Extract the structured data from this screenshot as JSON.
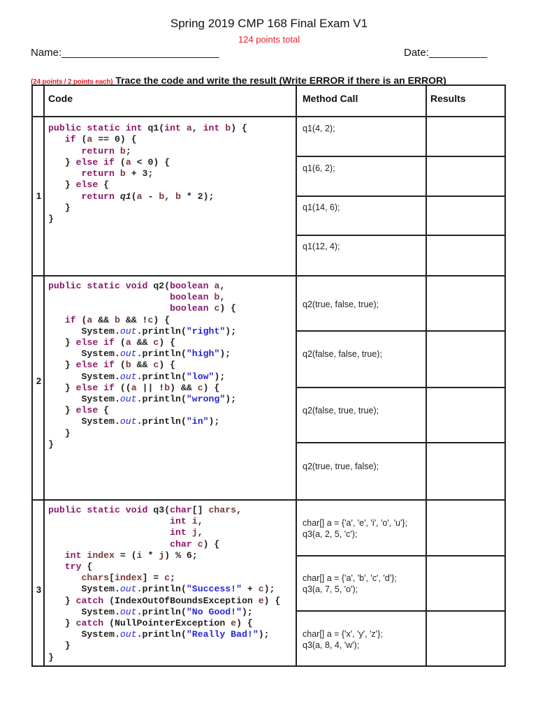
{
  "header": {
    "title": "Spring 2019 CMP 168 Final Exam V1",
    "points_total": "124 points total",
    "name_label": "Name:___________________________",
    "date_label": "Date:__________"
  },
  "instruction": {
    "points": "(24 points / 2 points each)",
    "text": " Trace the code and write the result (Write ERROR if there is an ERROR)"
  },
  "table": {
    "columns": [
      "Code",
      "Method Call",
      "Results"
    ],
    "questions": [
      {
        "number": "1",
        "method_calls": [
          "q1(4, 2);",
          "q1(6, 2);",
          "q1(14, 6);",
          "q1(12, 4);"
        ],
        "results": [
          "",
          "",
          "",
          ""
        ]
      },
      {
        "number": "2",
        "method_calls": [
          "q2(true, false, true);",
          "q2(false, false, true);",
          "q2(false, true, true);",
          "q2(true, true, false);"
        ],
        "results": [
          "",
          "",
          "",
          ""
        ]
      },
      {
        "number": "3",
        "method_calls": [
          "char[] a = {'a', 'e', 'i', 'o', 'u'};\nq3(a, 2, 5, 'c');",
          "char[] a = {'a', 'b', 'c', 'd'};\nq3(a, 7, 5, 'o');",
          "char[] a = {'x', 'y', 'z'};\nq3(a, 8, 4, 'w');"
        ],
        "results": [
          "",
          "",
          ""
        ]
      }
    ]
  },
  "code": {
    "q1": [
      "public static int q1(int a, int b) {",
      "   if (a == 0) {",
      "      return b;",
      "   } else if (a < 0) {",
      "      return b + 3;",
      "   } else {",
      "      return q1(a - b, b * 2);",
      "   }",
      "}"
    ],
    "q2": [
      "public static void q2(boolean a,",
      "                      boolean b,",
      "                      boolean c) {",
      "   if (a && b && !c) {",
      "      System.out.println(\"right\");",
      "   } else if (a && c) {",
      "      System.out.println(\"high\");",
      "   } else if (b && c) {",
      "      System.out.println(\"low\");",
      "   } else if ((a || !b) && c) {",
      "      System.out.println(\"wrong\");",
      "   } else {",
      "      System.out.println(\"in\");",
      "   }",
      "}"
    ],
    "q3": [
      "public static void q3(char[] chars,",
      "                      int i,",
      "                      int j,",
      "                      char c) {",
      "   int index = (i * j) % 6;",
      "   try {",
      "      chars[index] = c;",
      "      System.out.println(\"Success!\" + c);",
      "   } catch (IndexOutOfBoundsException e) {",
      "      System.out.println(\"No Good!\");",
      "   } catch (NullPointerException e) {",
      "      System.out.println(\"Really Bad!\");",
      "   }",
      "}"
    ]
  },
  "colors": {
    "accent_red": "#e8202a",
    "keyword": "#8b1a6b",
    "parameter": "#7a3a3a",
    "string": "#2828d0",
    "border": "#222222"
  }
}
